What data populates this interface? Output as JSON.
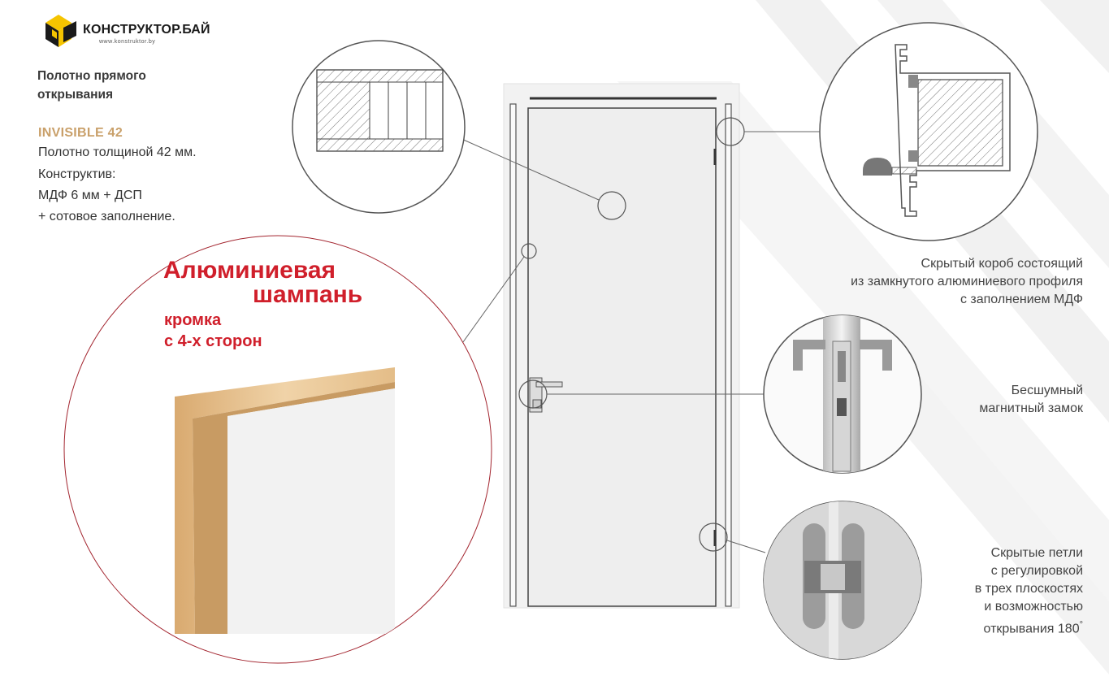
{
  "brand": {
    "name": "КОНСТРУКТОР.БАЙ",
    "url": "www.konstruktor.by",
    "logo_colors": [
      "#f5c400",
      "#1a1a1a"
    ]
  },
  "left_panel": {
    "title_line1": "Полотно прямого",
    "title_line2": "открывания",
    "model": "INVISIBLE 42",
    "spec_line1": "Полотно толщиной 42 мм.",
    "spec_line2": "Конструктив:",
    "spec_line3": "МДФ 6 мм + ДСП",
    "spec_line4": "+ сотовое заполнение."
  },
  "edge_callout": {
    "title_line1": "Алюминиевая",
    "title_line2": "шампань",
    "sub_line1": "кромка",
    "sub_line2": "с 4-х сторон",
    "accent": "#d01f2b",
    "edge_color": "#e8c79b"
  },
  "right_labels": {
    "box_line1": "Скрытый короб состоящий",
    "box_line2": "из замкнутого алюминиевого профиля",
    "box_line3": "с заполнением МДФ",
    "lock_line1": "Бесшумный",
    "lock_line2": "магнитный замок",
    "hinge_line1": "Скрытые петли",
    "hinge_line2": "с регулировкой",
    "hinge_line3": "в трех плоскостях",
    "hinge_line4": "и возможностью",
    "hinge_line5": "открывания 180",
    "hinge_degree": "°"
  }
}
